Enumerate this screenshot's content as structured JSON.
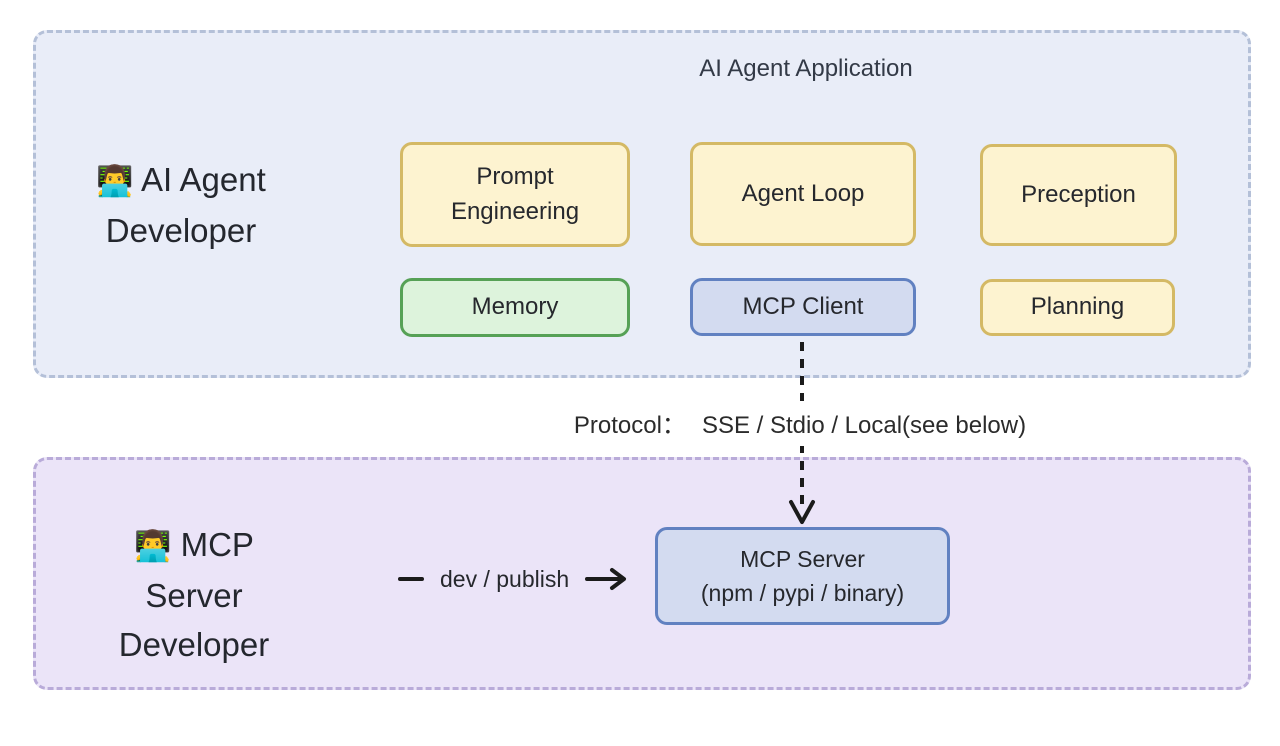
{
  "colors": {
    "agent_section_bg": "#e9edf8",
    "agent_section_border": "#b4c0d8",
    "server_section_bg": "#ebe4f8",
    "server_section_border": "#b9abd9",
    "yellow_box_bg": "#fdf3d0",
    "yellow_box_border": "#d4b965",
    "green_box_bg": "#ddf3dc",
    "green_box_border": "#56a156",
    "blue_box_bg": "#d3dbf0",
    "blue_box_border": "#6181c1",
    "arrow": "#1b1b1b",
    "text": "#26282d"
  },
  "agent_section": {
    "title": "AI Agent Application",
    "developer": {
      "emoji": "👨‍💻",
      "name_line1": "AI Agent",
      "name_line2": "Developer"
    },
    "row1": [
      {
        "label": "Prompt\nEngineering",
        "style": "yellow"
      },
      {
        "label": "Agent Loop",
        "style": "yellow"
      },
      {
        "label": "Preception",
        "style": "yellow"
      }
    ],
    "row2": [
      {
        "label": "Memory",
        "style": "green"
      },
      {
        "label": "MCP Client",
        "style": "blue"
      },
      {
        "label": "Planning",
        "style": "yellow"
      }
    ]
  },
  "protocol": {
    "label": "Protocol：",
    "value": "SSE / Stdio / Local(see below)"
  },
  "server_section": {
    "developer": {
      "emoji": "👨‍💻",
      "name_line1": "MCP Server",
      "name_line2": "Developer"
    },
    "connector_label": "dev / publish",
    "server_box": {
      "line1": "MCP Server",
      "line2": "(npm / pypi / binary)"
    }
  }
}
